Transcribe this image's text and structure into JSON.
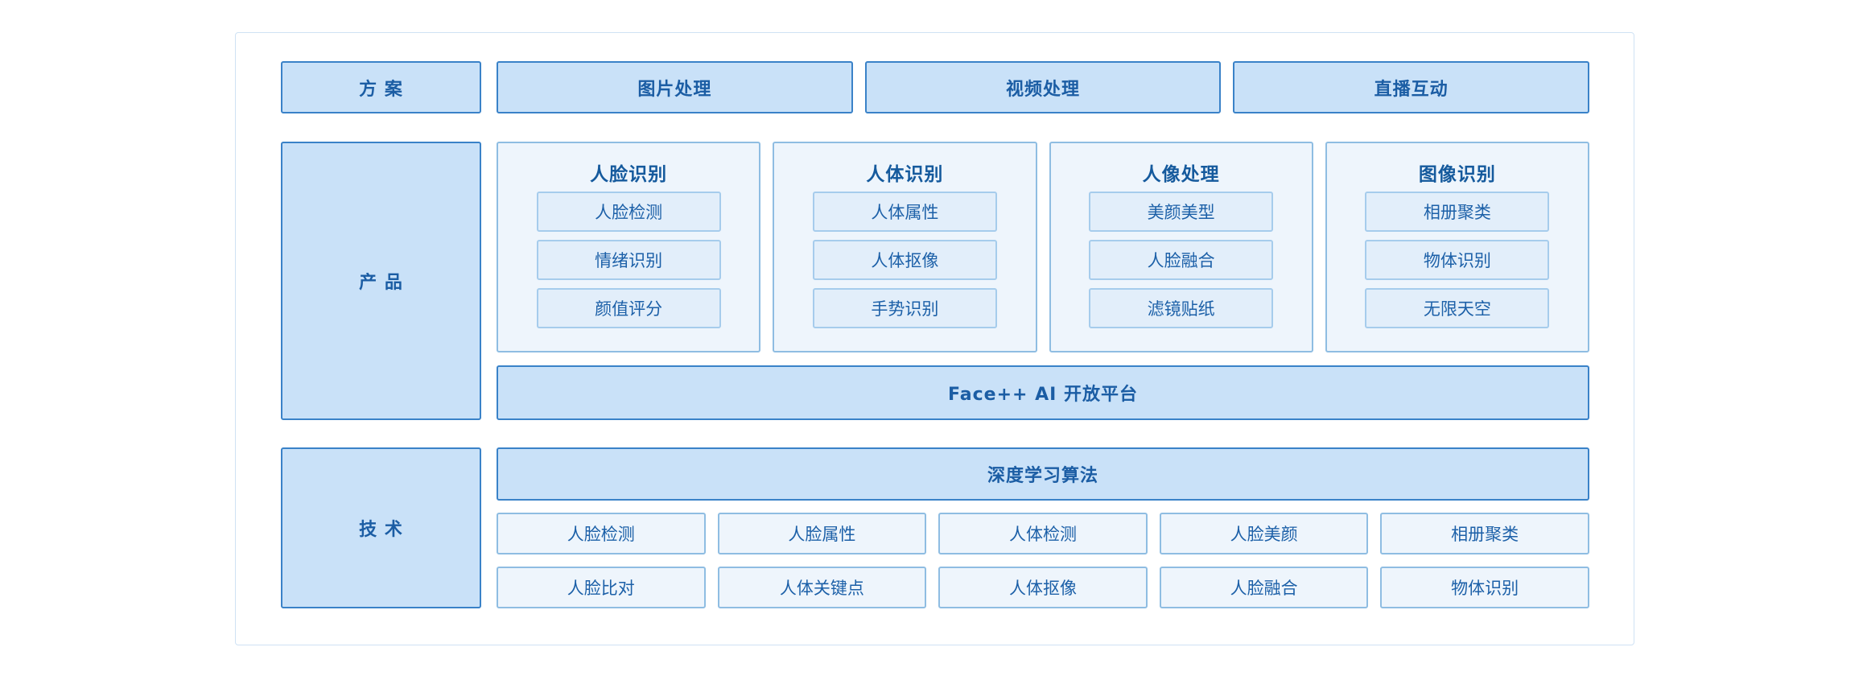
{
  "solutions_row": {
    "label": "方 案",
    "items": [
      "图片处理",
      "视频处理",
      "直播互动"
    ]
  },
  "products_section": {
    "label": "产 品",
    "groups": [
      {
        "title": "人脸识别",
        "items": [
          "人脸检测",
          "情绪识别",
          "颜值评分"
        ]
      },
      {
        "title": "人体识别",
        "items": [
          "人体属性",
          "人体抠像",
          "手势识别"
        ]
      },
      {
        "title": "人像处理",
        "items": [
          "美颜美型",
          "人脸融合",
          "滤镜贴纸"
        ]
      },
      {
        "title": "图像识别",
        "items": [
          "相册聚类",
          "物体识别",
          "无限天空"
        ]
      }
    ],
    "platform_bar": "Face++ AI 开放平台"
  },
  "technology_section": {
    "label": "技 术",
    "algorithm_bar": "深度学习算法",
    "rows": [
      [
        "人脸检测",
        "人脸属性",
        "人体检测",
        "人脸美颜",
        "相册聚类"
      ],
      [
        "人脸比对",
        "人体关键点",
        "人体抠像",
        "人脸融合",
        "物体识别"
      ]
    ]
  },
  "colors": {
    "solid_fill": "#c9e1f8",
    "solid_border": "#3a82c8",
    "group_fill": "#eef5fc",
    "group_border": "#8fbde2",
    "item_fill": "#e2eefa",
    "item_border": "#a6ccec",
    "text": "#1b5da4",
    "frame_border": "#cfe2f4"
  }
}
